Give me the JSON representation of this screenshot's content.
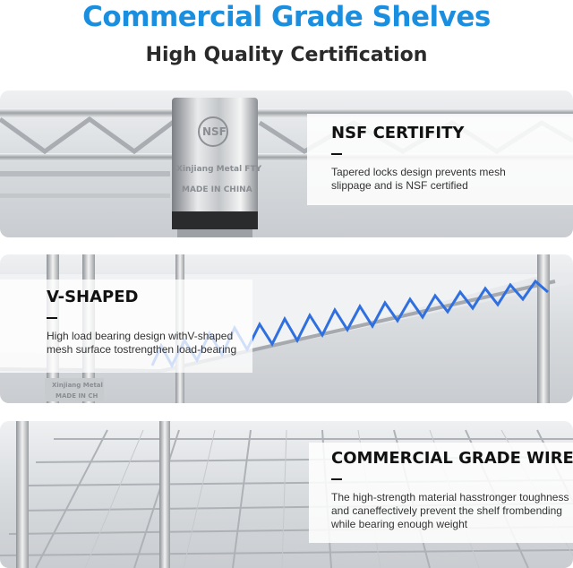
{
  "header": {
    "title": "Commercial Grade Shelves",
    "subtitle": "High Quality Certification"
  },
  "panels": [
    {
      "heading": "NSF CERTIFITY",
      "desc_lines": [
        "Tapered locks design prevents mesh",
        "slippage and is NSF certified"
      ],
      "collar_logo": "NSF",
      "collar_line1": "Xinjiang Metal FTY",
      "collar_line2": "MADE IN CHINA"
    },
    {
      "heading": "V-SHAPED",
      "desc_lines": [
        "High load bearing design withV-shaped",
        "mesh surface tostrengthen load-bearing"
      ],
      "collar_line1": "Xinjiang Metal",
      "collar_line2": "MADE IN CH"
    },
    {
      "heading": "COMMERCIAL GRADE WIRE",
      "desc_lines": [
        "The high-strength material hasstronger toughness",
        "and caneffectively prevent the shelf frombending",
        "while bearing enough weight"
      ]
    }
  ],
  "colors": {
    "title": "#1a8fe0",
    "accent_wave": "#2f6fe0"
  }
}
